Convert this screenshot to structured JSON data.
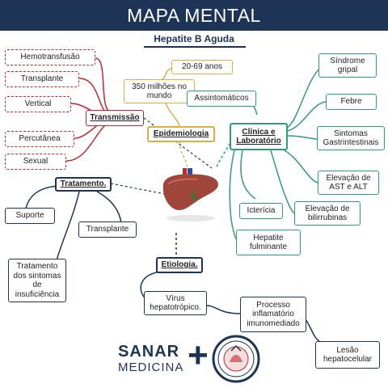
{
  "header": {
    "title": "MAPA MENTAL",
    "subtitle": "Hepatite B Aguda"
  },
  "transmissao": {
    "label": "Transmissão",
    "items": [
      "Hemotransfusão",
      "Transplante",
      "Vertical",
      "Percutânea",
      "Sexual"
    ]
  },
  "epidemiologia": {
    "label": "Epidemiologia",
    "items": [
      "20-69 anos",
      "350 milhões no mundo"
    ]
  },
  "clinica": {
    "label": "Clínica e Laboratório",
    "items": [
      "Assintomáticos",
      "Síndrome gripal",
      "Febre",
      "Sintomas Gastrintestinais",
      "Elevação de AST e ALT",
      "Elevação de bilirrubinas",
      "Icterícia",
      "Hepatite fulminante"
    ]
  },
  "tratamento": {
    "label": "Tratamento.",
    "items": [
      "Suporte",
      "Transplante",
      "Tratamento dos sintomas de insuficiência"
    ]
  },
  "etiologia": {
    "label": "Etiologia.",
    "items": [
      "Vírus hepatotrópico.",
      "Processo inflamatório imunomediado",
      "Lesão hepatocelular"
    ]
  },
  "logo": {
    "brand": "SANAR",
    "sub": "MEDICINA",
    "plus": "+"
  },
  "colors": {
    "header": "#1e3457",
    "transmissao": "#c0272d",
    "epidemiologia": "#d8b04a",
    "clinica": "#2f9e73",
    "tratamento": "#1e3457",
    "liver": "#a0453a"
  },
  "icons": [
    "liver-illustration",
    "university-seal-icon"
  ]
}
